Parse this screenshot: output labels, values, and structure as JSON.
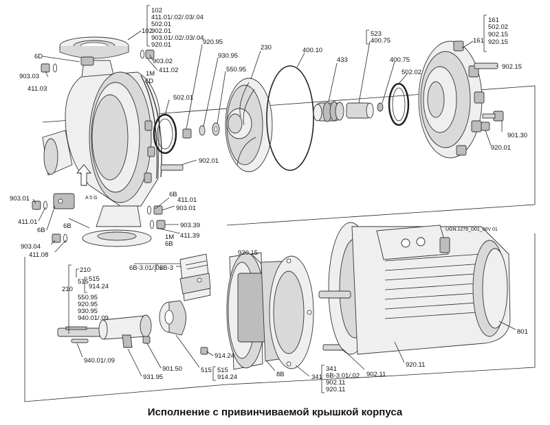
{
  "caption": "Исполнение с привинчиваемой крышкой корпуса",
  "drawing_code": "UGN.1279_D01_00V 01",
  "labels": {
    "l102": "102",
    "l6d_top": "6D",
    "l903_03": "903.03",
    "l411_03": "411.03",
    "l903_02": "903.02",
    "l411_02": "411.02",
    "l1m_top": "1M",
    "l6d_2": "6D",
    "l920_95": "920.95",
    "l930_95": "930.95",
    "l550_95": "550.95",
    "l230": "230",
    "l400_10": "400.10",
    "l433": "433",
    "l523": "523",
    "l400_75": "400.75",
    "l502_02": "502.02",
    "l161": "161",
    "l902_15": "902.15",
    "l901_30": "901.30",
    "l920_01": "920.01",
    "l502_01": "502.01",
    "l902_01": "902.01",
    "l903_01_left": "903.01",
    "l411_01_left": "411.01",
    "l6b_left": "6B",
    "l6b_mid": "6B",
    "l411_01_right": "411.01",
    "l903_01_right": "903.01",
    "l6b_low": "6B",
    "l903_39": "903.39",
    "l411_39": "411.39",
    "l1m_low": "1M",
    "l6b_bottom": "6B",
    "l903_04": "903.04",
    "l411_08": "411.08",
    "l6b_3_01": "6B-3.01/.02",
    "l6b_3": "6B-3",
    "l920_15": "920.15",
    "l210": "210",
    "l940_01": "940.01/.09",
    "l931_95": "931.95",
    "l901_50": "901.50",
    "l914_24": "914.24",
    "l515": "515",
    "l8b": "8B",
    "l341": "341",
    "l902_11": "902.11",
    "l920_11": "920.11",
    "l801": "801"
  },
  "groups": {
    "g102": [
      "102",
      "411.01/.02/.03/.04",
      "502.01",
      "902.01",
      "903.01/.02/.03/.04",
      "920.01"
    ],
    "g523": [
      "523",
      "400.75"
    ],
    "g161": [
      "161",
      "502.02",
      "902.15",
      "920.15"
    ],
    "g210": [
      "210"
    ],
    "g515a": [
      "515",
      "914.24"
    ],
    "g210b": [
      "550.95",
      "920.95",
      "930.95",
      "940.01/.09"
    ],
    "g515b": [
      "515",
      "914.24"
    ],
    "g341": [
      "341",
      "6B-3.01/.02",
      "902.11",
      "920.11"
    ]
  },
  "colors": {
    "line": "#222222",
    "shade_light": "#d9d9d9",
    "shade_mid": "#bdbdbd",
    "shade_dark": "#6a6a6a",
    "background": "#ffffff"
  }
}
